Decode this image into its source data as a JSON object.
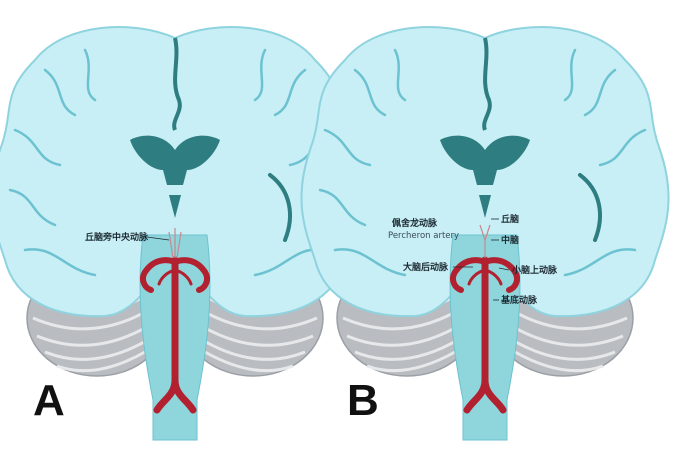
{
  "panels": [
    {
      "letter": "A",
      "labels": {
        "thalamoperforating": "丘脑旁中央动脉"
      }
    },
    {
      "letter": "B",
      "labels": {
        "percheron_cn": "佩舍龙动脉",
        "percheron_en": "Percheron artery",
        "thalamus": "丘脑",
        "midbrain": "中脑",
        "pca": "大脑后动脉",
        "sca": "小脑上动脉",
        "basilar": "基底动脉"
      }
    }
  ],
  "colors": {
    "brain": "#c7eff5",
    "brain_outline": "#8fd3df",
    "sulcus": "#6cc2d0",
    "ventricle": "#2e7d80",
    "brainstem": "#8ed6dc",
    "cerebellum": "#b9bdc2",
    "artery": "#b2212f"
  }
}
